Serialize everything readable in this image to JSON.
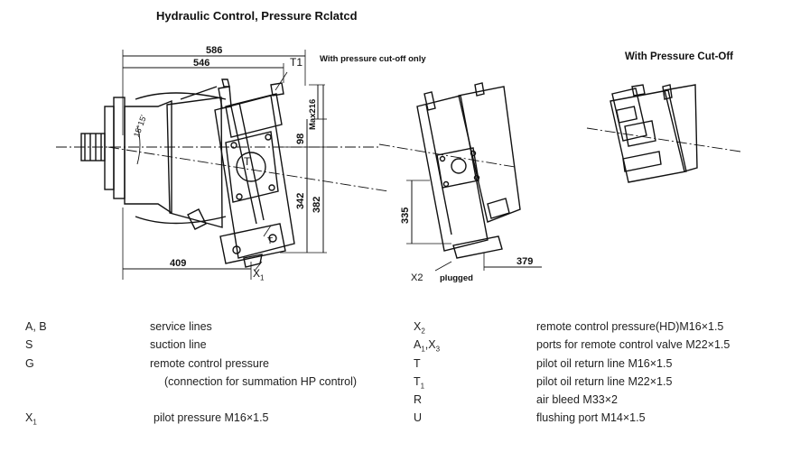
{
  "title": "Hydraulic Control, Pressure Rclatcd",
  "labels": {
    "pressure_cutoff_only": "With pressure cut-off only",
    "with_pressure_cutoff": "With Pressure Cut-Off",
    "t1": "T1",
    "t": "T",
    "t_small": "T",
    "x1": "X",
    "x1_sub": "1",
    "x2": "X2",
    "plugged": "plugged",
    "angle": "15°15'"
  },
  "dimensions": {
    "d586": "586",
    "d546": "546",
    "d409": "409",
    "d98": "98",
    "d342": "342",
    "d382": "382",
    "max216": "Max216",
    "d335": "335",
    "d379": "379"
  },
  "legend": {
    "left": [
      {
        "code": "A, B",
        "desc": "service lines"
      },
      {
        "code": "S",
        "desc": "suction line"
      },
      {
        "code": "G",
        "desc": "remote control pressure"
      },
      {
        "code": "",
        "desc": "(connection for summation HP control)"
      },
      {
        "code": "X",
        "sub": "1",
        "desc": "pilot pressure M16×1.5"
      }
    ],
    "right": [
      {
        "code": "X",
        "sub": "2",
        "desc": "remote control pressure(HD)M16×1.5"
      },
      {
        "code": "A",
        "sub": "1",
        "code2": ",X",
        "sub2": "3",
        "desc": "ports for remote control valve M22×1.5"
      },
      {
        "code": "T",
        "desc": "pilot oil return line M16×1.5"
      },
      {
        "code": "T",
        "sub": "1",
        "desc": "pilot oil return line M22×1.5"
      },
      {
        "code": "R",
        "desc": "air bleed M33×2"
      },
      {
        "code": "U",
        "desc": "flushing port M14×1.5"
      }
    ]
  }
}
